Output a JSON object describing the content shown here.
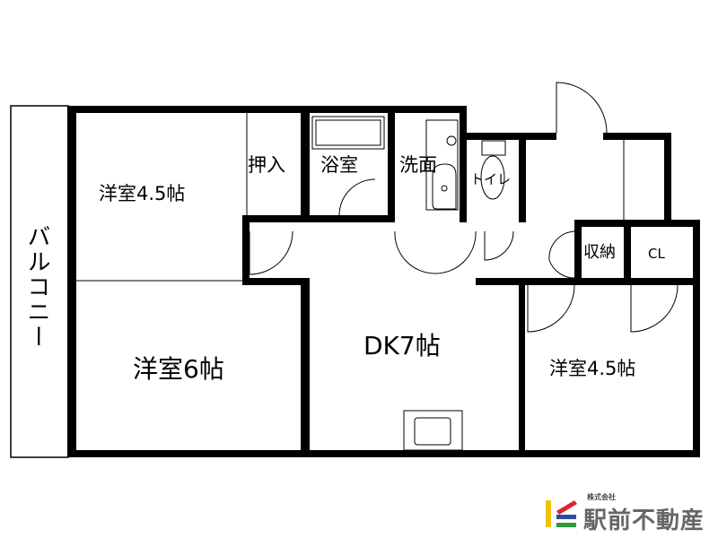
{
  "rooms": {
    "western_nw": "洋室4.5帖",
    "closet": "押入",
    "bath": "浴室",
    "washroom": "洗面",
    "toilet": "トイレ",
    "balcony": "バルコニー",
    "western_sw": "洋室6帖",
    "dk": "DK7帖",
    "storage": "収納",
    "cl": "CL",
    "western_e": "洋室4.5帖"
  },
  "logo": {
    "company_type": "株式会社",
    "name": "駅前不動産",
    "colors": [
      "#f2c300",
      "#d9262b",
      "#2a4fa0",
      "#2a9a3a"
    ]
  }
}
